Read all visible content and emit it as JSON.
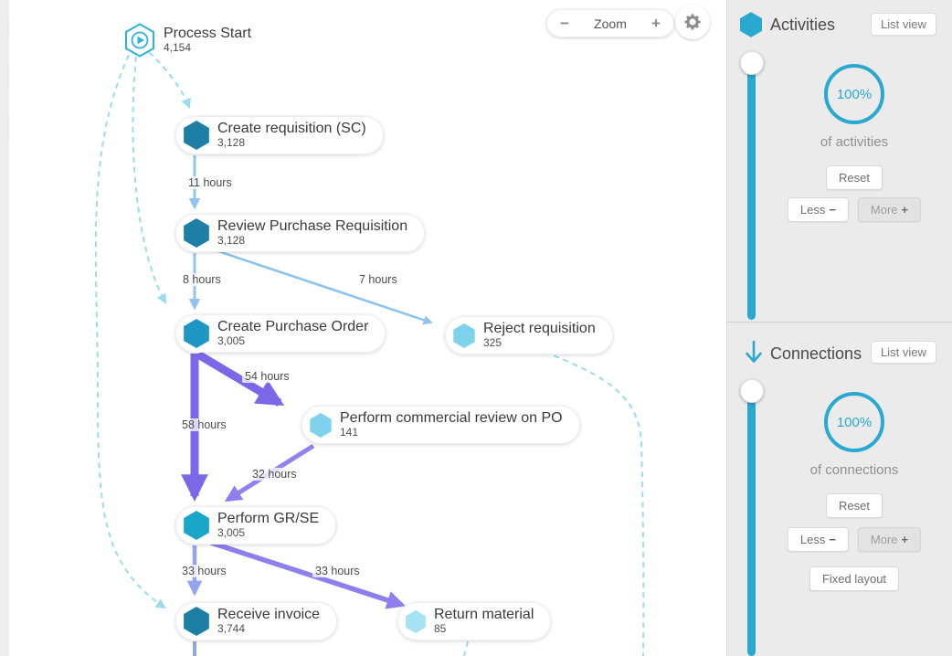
{
  "colors": {
    "accent_teal": "#29a9d0",
    "start_outline": "#2ab4d8",
    "dashed_cyan": "#9adcee",
    "edge_blue": "#97c3f0",
    "edge_lightblue": "#88c2ee",
    "edge_purple": "#7b68e8",
    "edge_midpurple": "#8d7fee",
    "edge_softpurple": "#9183ee",
    "edge_periwinkle": "#93a4f1"
  },
  "left_toolbar": {
    "buttons": [
      {
        "icon": "stopwatch-icon"
      },
      {
        "icon": "play-icon"
      },
      {
        "icon": "eye-off-icon"
      }
    ]
  },
  "toolbar": {
    "zoom_out": "−",
    "zoom_label": "Zoom",
    "zoom_in": "+",
    "settings_icon": "gear-icon"
  },
  "canvas": {
    "nodes": [
      {
        "title": "Process Start",
        "count": "4,154",
        "color": "#2ab4d8",
        "type": "start"
      },
      {
        "title": "Create requisition (SC)",
        "count": "3,128",
        "color": "#1e7fa4"
      },
      {
        "title": "Review Purchase Requisition",
        "count": "3,128",
        "color": "#1e7fa4"
      },
      {
        "title": "Create Purchase Order",
        "count": "3,005",
        "color": "#1f96c4"
      },
      {
        "title": "Reject requisition",
        "count": "325",
        "color": "#7fd2ec"
      },
      {
        "title": "Perform commercial review on PO",
        "count": "141",
        "color": "#7fd2ec"
      },
      {
        "title": "Perform GR/SE",
        "count": "3,005",
        "color": "#18a7c8"
      },
      {
        "title": "Receive invoice",
        "count": "3,744",
        "color": "#1e7fa4"
      },
      {
        "title": "Return material",
        "count": "85",
        "color": "#a5e2f3"
      }
    ],
    "edges": [
      {
        "from": "Process Start",
        "to": "Create requisition (SC)",
        "label": "",
        "color": "#9adcee",
        "style": "dashed"
      },
      {
        "from": "Process Start",
        "to": "Create Purchase Order",
        "label": "",
        "color": "#9adcee",
        "style": "dashed"
      },
      {
        "from": "Process Start",
        "to": "Receive invoice",
        "label": "",
        "color": "#9adcee",
        "style": "dashed"
      },
      {
        "from": "Create requisition (SC)",
        "to": "Review Purchase Requisition",
        "label": "11 hours",
        "color": "#97c3f0",
        "style": "solid"
      },
      {
        "from": "Review Purchase Requisition",
        "to": "Create Purchase Order",
        "label": "8 hours",
        "color": "#97c3f0",
        "style": "solid"
      },
      {
        "from": "Review Purchase Requisition",
        "to": "Reject requisition",
        "label": "7 hours",
        "color": "#88c2ee",
        "style": "solid"
      },
      {
        "from": "Create Purchase Order",
        "to": "Perform commercial review on PO",
        "label": "54 hours",
        "color": "#7b68e8",
        "style": "solid-thick"
      },
      {
        "from": "Create Purchase Order",
        "to": "Perform GR/SE",
        "label": "58 hours",
        "color": "#7b68e8",
        "style": "solid-thick"
      },
      {
        "from": "Perform commercial review on PO",
        "to": "Perform GR/SE",
        "label": "32 hours",
        "color": "#9183ee",
        "style": "solid"
      },
      {
        "from": "Perform GR/SE",
        "to": "Receive invoice",
        "label": "33 hours",
        "color": "#93a4f1",
        "style": "solid"
      },
      {
        "from": "Perform GR/SE",
        "to": "Return material",
        "label": "33 hours",
        "color": "#8d7fee",
        "style": "solid"
      },
      {
        "from": "Receive invoice",
        "to": "offscreen-bottom",
        "label": "",
        "color": "#93a4f1",
        "style": "solid"
      },
      {
        "from": "Reject requisition",
        "to": "offscreen-bottom",
        "label": "",
        "color": "#9adcee",
        "style": "dashed"
      },
      {
        "from": "Return material",
        "to": "offscreen-bottom",
        "label": "",
        "color": "#9adcee",
        "style": "dashed"
      }
    ]
  },
  "panels": {
    "activities": {
      "title": "Activities",
      "list_view": "List view",
      "percent": "100%",
      "caption": "of activities",
      "reset": "Reset",
      "less": "Less",
      "less_glyph": "−",
      "more": "More",
      "more_glyph": "+"
    },
    "connections": {
      "title": "Connections",
      "list_view": "List view",
      "percent": "100%",
      "caption": "of connections",
      "reset": "Reset",
      "less": "Less",
      "less_glyph": "−",
      "more": "More",
      "more_glyph": "+",
      "fixed_layout": "Fixed layout"
    }
  }
}
